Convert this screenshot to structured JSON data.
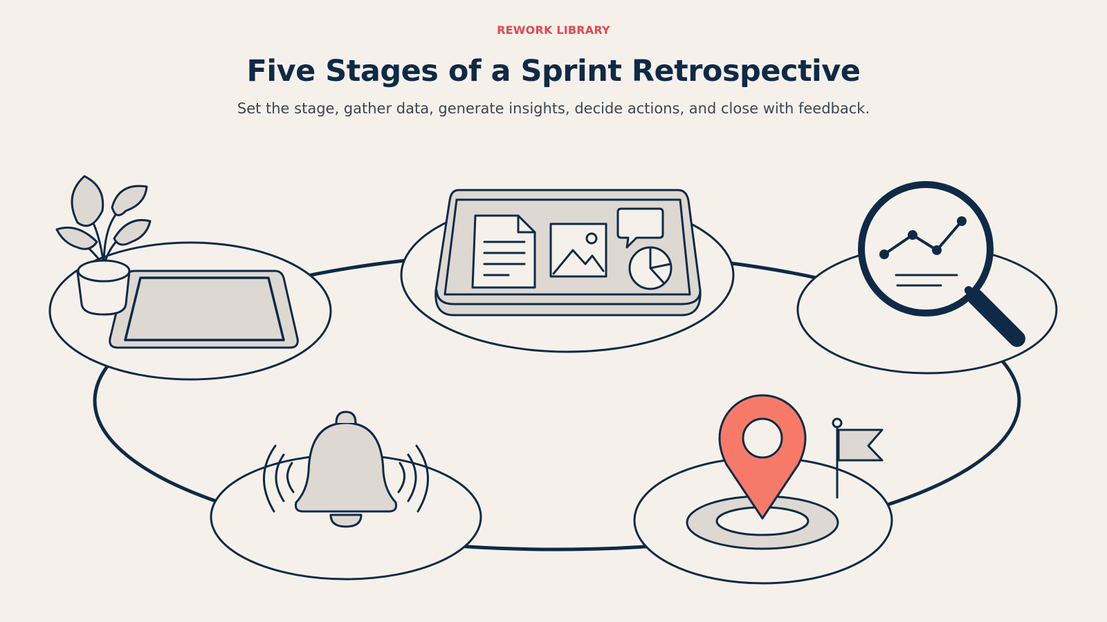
{
  "header": {
    "eyebrow": "REWORK LIBRARY",
    "title": "Five Stages of a Sprint Retrospective",
    "subtitle": "Set the stage, gather data, generate insights, decide actions, and close with feedback."
  },
  "diagram": {
    "stages": [
      {
        "id": "stage-1",
        "icon": "plant-tablet-icon"
      },
      {
        "id": "stage-2",
        "icon": "data-board-icon"
      },
      {
        "id": "stage-3",
        "icon": "magnifier-chart-icon"
      },
      {
        "id": "stage-4",
        "icon": "location-pin-flag-icon"
      },
      {
        "id": "stage-5",
        "icon": "bell-icon"
      }
    ]
  },
  "colors": {
    "background": "#f5f1ea",
    "ink": "#0f2a47",
    "accent": "#e5474f",
    "pin": "#f77a68",
    "fill": "#ddd8d2",
    "subtitle": "#3b4652"
  }
}
